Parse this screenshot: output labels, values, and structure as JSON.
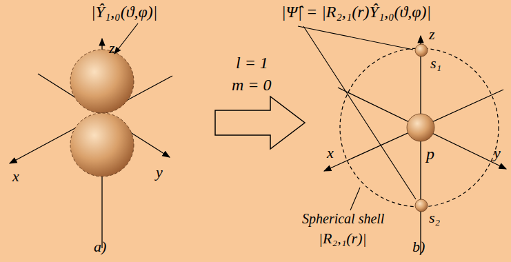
{
  "diagram": {
    "labels": [
      "|Ŷ₁,₀(ϑ,φ)|",
      "z",
      "x",
      "y",
      "a)",
      "l = 1",
      "m = 0",
      "|Ψ̂| = |R₂,₁(r)Ŷ₁,₀(ϑ,φ)|",
      "z",
      "s₁",
      "p",
      "x",
      "y",
      "s₂",
      "Spherical shell",
      "|R₂,₁(r)|",
      "b)"
    ]
  }
}
